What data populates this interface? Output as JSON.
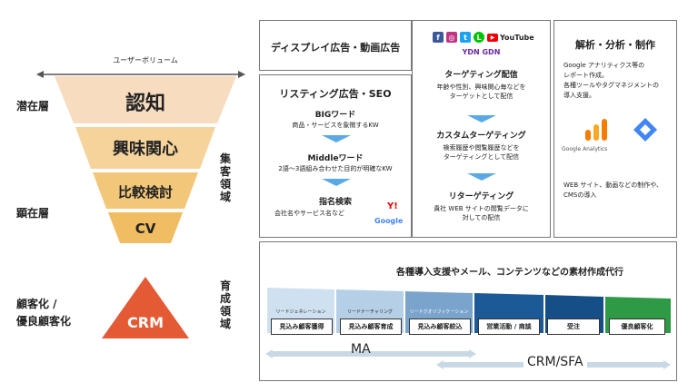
{
  "funnel": {
    "volume_label": "ユーザーボリューム",
    "left_labels": [
      "潜在層",
      "顕在層",
      "顧客化 /",
      "優良顧客化"
    ],
    "levels": [
      "認知",
      "興味関心",
      "比較検討",
      "CV"
    ],
    "crm_label": "CRM",
    "right_label_1": [
      "集",
      "客",
      "領",
      "域"
    ],
    "right_label_2": [
      "育",
      "成",
      "領",
      "域"
    ]
  },
  "display_box": {
    "title": "ディスプレイ広告・動画広告",
    "icons": [
      "facebook-icon",
      "instagram-icon",
      "twitter-icon",
      "line-icon",
      "youtube-icon"
    ],
    "youtube_text": "YouTube",
    "networks": "YDN GDN",
    "targeting_title": "ターゲティング配信",
    "targeting_desc": "年齢や性別、興味関心毎などを\nターゲットとして配信",
    "custom_title": "カスタムターゲティング",
    "custom_desc": "検索履歴や閲覧履歴などを\nターゲティングとして配信",
    "retarget_title": "リターゲティング",
    "retarget_desc": "貴社 WEB サイトの閲覧データに\n対しての配信"
  },
  "listing_box": {
    "title": "リスティング広告・SEO",
    "big_title": "BIGワード",
    "big_desc": "商品・サービスを象徴するKW",
    "mid_title": "Middleワード",
    "mid_desc": "2語～3語組み合わせた目的が明確なKW",
    "name_title": "指名検索",
    "name_desc": "会社名やサービス名など",
    "yahoo": "Y!",
    "google": "Google"
  },
  "analytics_box": {
    "title": "解析・分析・制作",
    "desc": "Google アナリティクス等の\nレポート作成。\n各種ツールやタグマネジメントの\n導入支援。",
    "ga_label": "Google Analytics",
    "web_desc": "WEB サイト、動画などの制作や、\nCMSの導入"
  },
  "bottom_box": {
    "title": "各種導入支援やメール、コンテンツなどの素材作成代行",
    "stage_headers": [
      "リードジェネレーション",
      "リードナーチャリング",
      "リードクオリフィケーション"
    ],
    "stages": [
      "見込み顧客獲得",
      "見込み顧客育成",
      "見込み顧客絞込",
      "営業活動 / 商談",
      "受注",
      "優良顧客化"
    ],
    "ma_label": "MA",
    "crm_sfa_label": "CRM/SFA"
  },
  "colors": {
    "funnel_levels": [
      "#f7dcc0",
      "#f5d39b",
      "#f2c77a",
      "#f0bd63"
    ],
    "crm": "#e35a35",
    "arrow": "#5aa9e6",
    "stage_colors": [
      "#cfe1f0",
      "#b4cfe6",
      "#7ba4cc",
      "#1b5a96",
      "#164e87",
      "#2e9a46"
    ]
  }
}
